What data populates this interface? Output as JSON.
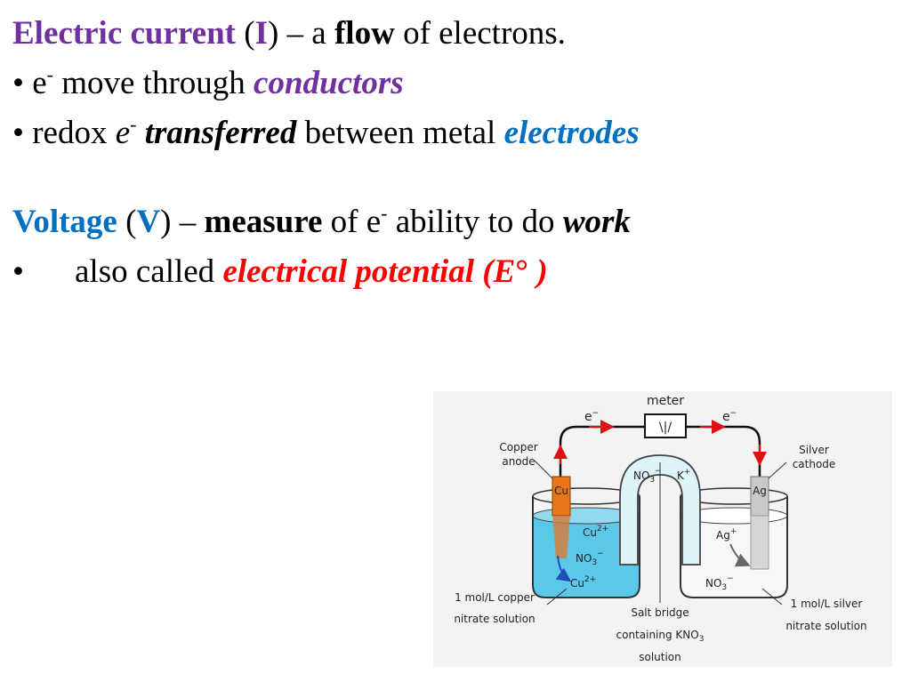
{
  "slide": {
    "line1": {
      "term": "Electric current",
      "paren_open": " (",
      "symbol": "I",
      "paren_close": ") – a ",
      "flow": "flow",
      "rest": " of electrons."
    },
    "line2": {
      "bullet": "• ",
      "e": "e",
      "sup": "-",
      "text": " move through ",
      "conductors": "conductors"
    },
    "line3": {
      "bullet": "• ",
      "text1": "redox ",
      "e": "e",
      "sup": "-",
      "transferred": " transferred",
      "text2": " between metal ",
      "electrodes": "electrodes"
    },
    "line4": {
      "term": "Voltage",
      "paren_open": " (",
      "symbol": "V",
      "paren_close": ") – ",
      "measure": "measure",
      "text1": " of e",
      "sup": "-",
      "text2": " ability to do ",
      "work": "work"
    },
    "line5": {
      "bullet": "•",
      "text": "also called ",
      "potential": "electrical potential (E",
      "degree": "°",
      "close": " )"
    }
  },
  "colors": {
    "purple": "#7030a0",
    "blue": "#0070c0",
    "red": "#ff0000",
    "solution": "#5bc8ea",
    "copper": "#e8751a",
    "silver": "#c9c9c9",
    "bridge": "#dff3fa",
    "wire": "#111111",
    "arrow": "#e01010"
  },
  "diagram": {
    "meter": "meter",
    "meter_face": "\\|/",
    "e_left": "e",
    "e_left_sup": "−",
    "e_right": "e",
    "e_right_sup": "−",
    "copper_anode_1": "Copper",
    "copper_anode_2": "anode",
    "silver_cathode_1": "Silver",
    "silver_cathode_2": "cathode",
    "cu_electrode": "Cu",
    "ag_electrode": "Ag",
    "bridge_no3": "NO",
    "bridge_no3_sub": "3",
    "bridge_no3_sup": "−",
    "bridge_k": "K",
    "bridge_k_sup": "+",
    "left_cu2": "Cu",
    "left_cu2_sup": "2+",
    "left_no3": "NO",
    "left_no3_sub": "3",
    "left_no3_sup": "−",
    "left_cu2_bottom": "Cu",
    "left_cu2_bottom_sup": "2+",
    "right_ag": "Ag",
    "right_ag_sup": "+",
    "right_no3": "NO",
    "right_no3_sub": "3",
    "right_no3_sup": "−",
    "left_solution_1": "1 mol/L copper",
    "left_solution_2": "nitrate solution",
    "salt_bridge_1": "Salt bridge",
    "salt_bridge_2": "containing KNO",
    "salt_bridge_2_sub": "3",
    "salt_bridge_3": "solution",
    "right_solution_1": "1 mol/L silver",
    "right_solution_2": "nitrate solution"
  }
}
